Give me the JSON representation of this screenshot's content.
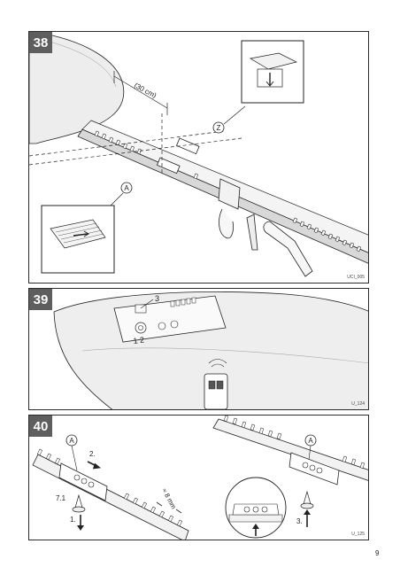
{
  "page_number": "9",
  "steps": [
    {
      "number": "38",
      "code": "UCI_005",
      "distance_label": "(30 cm)",
      "callouts": [
        "A",
        "Z"
      ]
    },
    {
      "number": "39",
      "code": "U_124",
      "callouts": [
        "3"
      ],
      "board_text": "1 2"
    },
    {
      "number": "40",
      "code": "U_125",
      "callouts": [
        "A",
        "A"
      ],
      "arrow_labels": [
        "2.",
        "7.1",
        "1.",
        "3."
      ],
      "gap_label": "≈ 8 mm"
    }
  ]
}
